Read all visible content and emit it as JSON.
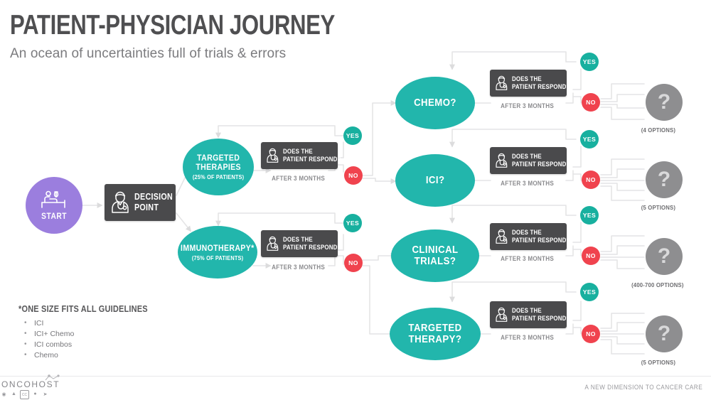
{
  "header": {
    "title": "PATIENT-PHYSICIAN JOURNEY",
    "subtitle": "An ocean of uncertainties full of trials & errors"
  },
  "colors": {
    "teal": "#22b6ac",
    "teal_yes": "#18b09f",
    "red_no": "#f0434e",
    "purple_start": "#9b7ede",
    "dark_box": "#4a4a4c",
    "grey_unknown": "#8e8e90",
    "wire": "#e2e2e3",
    "title_text": "#4f4f51",
    "subtitle_text": "#7b7b7e"
  },
  "flow": {
    "start": {
      "label": "START",
      "icon": "patient-in-bed-icon"
    },
    "decision_point": {
      "label_line1": "DECISION",
      "label_line2": "POINT",
      "icon": "doctor-icon"
    },
    "treatments": [
      {
        "id": "targeted-therapies",
        "line1": "TARGETED",
        "line2": "THERAPIES",
        "sub": "(25% OF PATIENTS)"
      },
      {
        "id": "immunotherapy",
        "line1": "IMMUNOTHERAPY*",
        "line2": "",
        "sub": "(75% OF PATIENTS)"
      }
    ],
    "respond_box": {
      "line1": "DOES THE",
      "line2": "PATIENT RESPOND?",
      "icon": "doctor-icon"
    },
    "after_label": "AFTER 3 MONTHS",
    "yes_label": "YES",
    "no_label": "NO",
    "options": [
      {
        "id": "chemo",
        "label": "CHEMO?",
        "unknown": "?",
        "options_label": "(4 OPTIONS)"
      },
      {
        "id": "ici",
        "label": "ICI?",
        "unknown": "?",
        "options_label": "(5 OPTIONS)"
      },
      {
        "id": "clinical-trials",
        "label": "CLINICAL TRIALS?",
        "unknown": "?",
        "options_label": "(400-700 OPTIONS)"
      },
      {
        "id": "targeted-therapy",
        "label": "TARGETED THERAPY?",
        "unknown": "?",
        "options_label": "(5 OPTIONS)"
      }
    ]
  },
  "footnote": {
    "title": "*ONE SIZE FITS ALL GUIDELINES",
    "items": [
      "ICI",
      "ICI+ Chemo",
      "ICI combos",
      "Chemo"
    ]
  },
  "footer": {
    "logo_text": "ONCOHOST",
    "tagline": "A NEW DIMENSION TO CANCER CARE",
    "badges": [
      "accessibility-icon",
      "person-icon",
      "closed-caption-icon",
      "more-icon",
      "arrow-icon"
    ]
  }
}
